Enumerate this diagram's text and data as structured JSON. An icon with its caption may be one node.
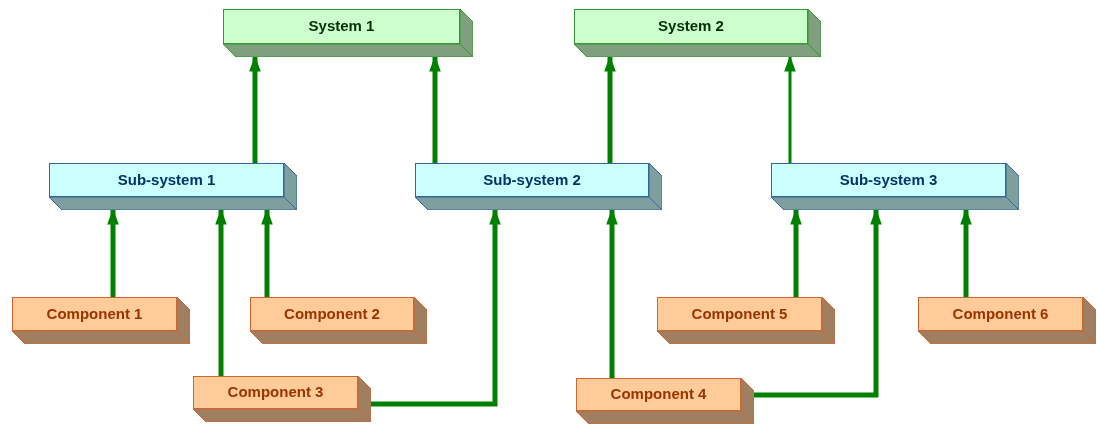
{
  "diagram": {
    "nodes": [
      {
        "text": [
          "System 1"
        ]
      },
      {
        "text": [
          "System 2"
        ]
      },
      {
        "text": [
          "Sub-system 1"
        ]
      },
      {
        "text": [
          "Sub-system 2"
        ]
      },
      {
        "text": [
          "Sub-system 3"
        ]
      },
      {
        "text": [
          "Component 1"
        ]
      },
      {
        "text": [
          "Component 2"
        ]
      },
      {
        "text": [
          "Component 5"
        ]
      },
      {
        "text": [
          "Component 6"
        ]
      },
      {
        "text": [
          "Component 3"
        ]
      },
      {
        "text": [
          "Component 4"
        ]
      }
    ],
    "edges": [
      {
        "from": 2,
        "to": 0,
        "arrow": "to"
      },
      {
        "from": 3,
        "to": 0,
        "arrow": "to"
      },
      {
        "from": 3,
        "to": 1,
        "arrow": "to"
      },
      {
        "from": 4,
        "to": 1,
        "arrow": "to"
      },
      {
        "from": 5,
        "to": 2,
        "arrow": "to"
      },
      {
        "from": 9,
        "to": 2,
        "arrow": "to"
      },
      {
        "from": 6,
        "to": 2,
        "arrow": "to"
      },
      {
        "from": 9,
        "to": 3,
        "arrow": "to"
      },
      {
        "from": 10,
        "to": 3,
        "arrow": "to"
      },
      {
        "from": 10,
        "to": 4,
        "arrow": "to"
      },
      {
        "from": 7,
        "to": 4,
        "arrow": "to"
      },
      {
        "from": 8,
        "to": 4,
        "arrow": "to"
      }
    ]
  }
}
